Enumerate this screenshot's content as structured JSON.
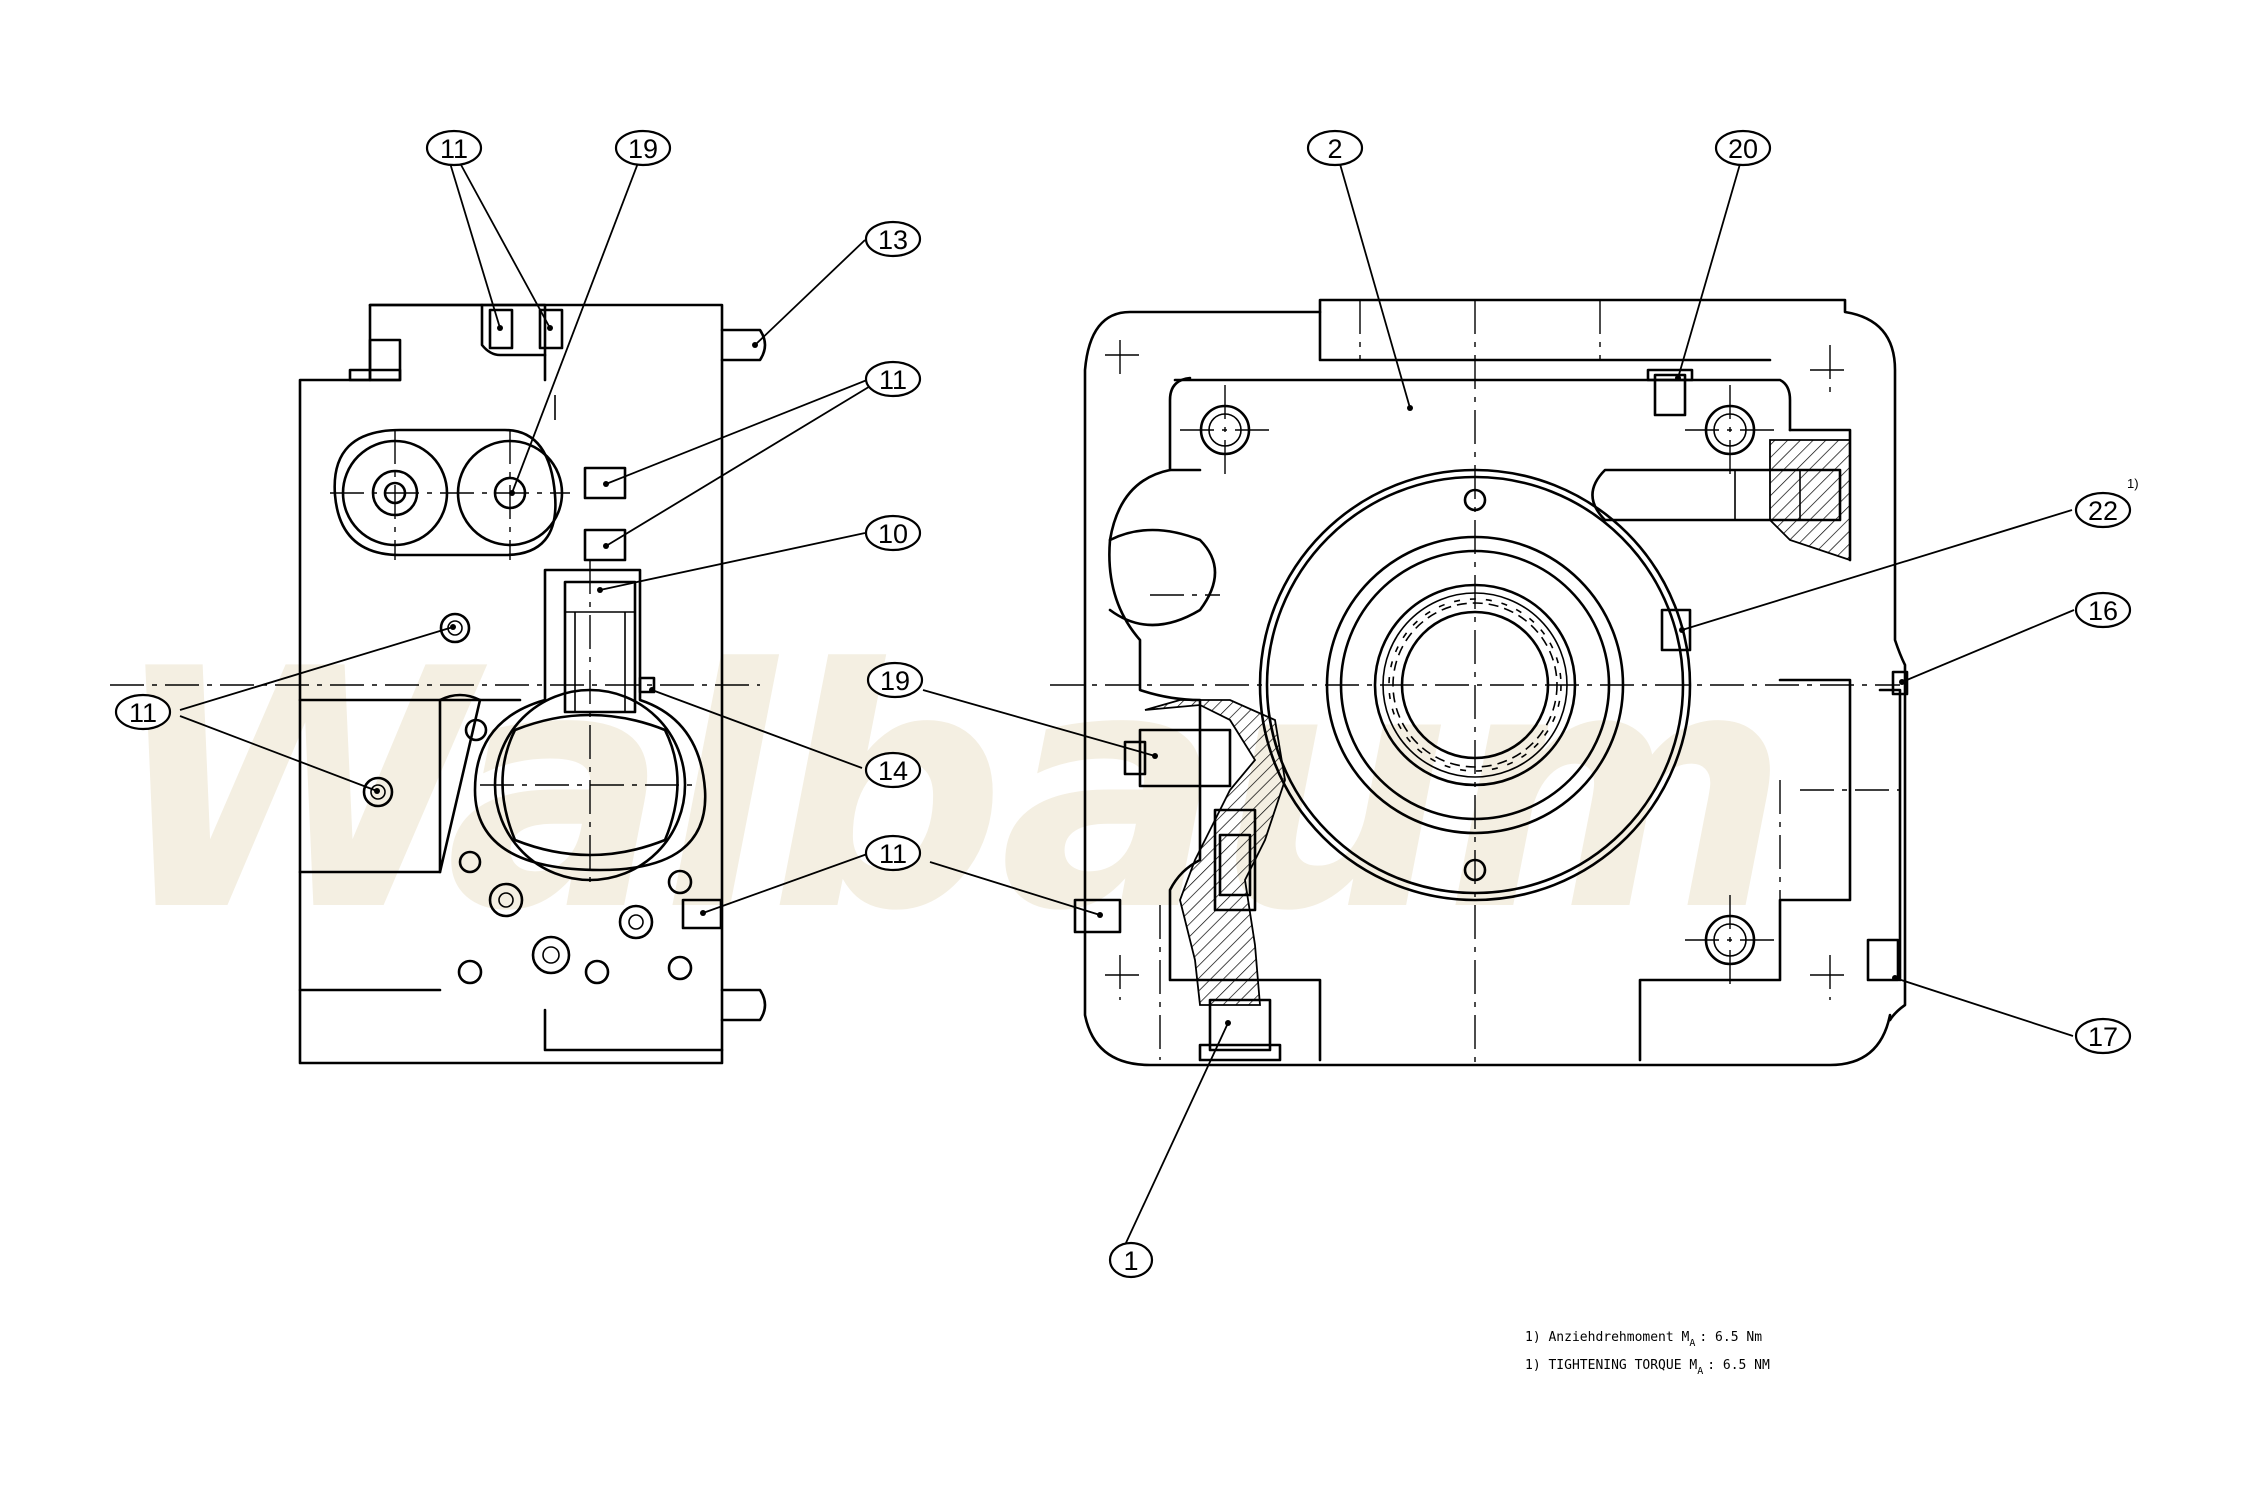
{
  "watermark": {
    "text": "Walbaum",
    "color": "#f4efe2"
  },
  "balloons": [
    {
      "id": "b-11-top",
      "label": "11"
    },
    {
      "id": "b-19-top",
      "label": "19"
    },
    {
      "id": "b-13",
      "label": "13"
    },
    {
      "id": "b-11-right",
      "label": "11"
    },
    {
      "id": "b-10",
      "label": "10"
    },
    {
      "id": "b-11-left",
      "label": "11"
    },
    {
      "id": "b-19-mid",
      "label": "19"
    },
    {
      "id": "b-14",
      "label": "14"
    },
    {
      "id": "b-11-bottom",
      "label": "11"
    },
    {
      "id": "b-2",
      "label": "2"
    },
    {
      "id": "b-20",
      "label": "20"
    },
    {
      "id": "b-22",
      "label": "22",
      "superscript": "1)"
    },
    {
      "id": "b-16",
      "label": "16"
    },
    {
      "id": "b-17",
      "label": "17"
    },
    {
      "id": "b-1",
      "label": "1"
    }
  ],
  "notes": {
    "de": "1) Anziehdrehmoment M",
    "de_sub": "A",
    "de_value": ": 6.5 Nm",
    "en": "1) TIGHTENING TORQUE M",
    "en_sub": "A",
    "en_value": ": 6.5 NM"
  }
}
